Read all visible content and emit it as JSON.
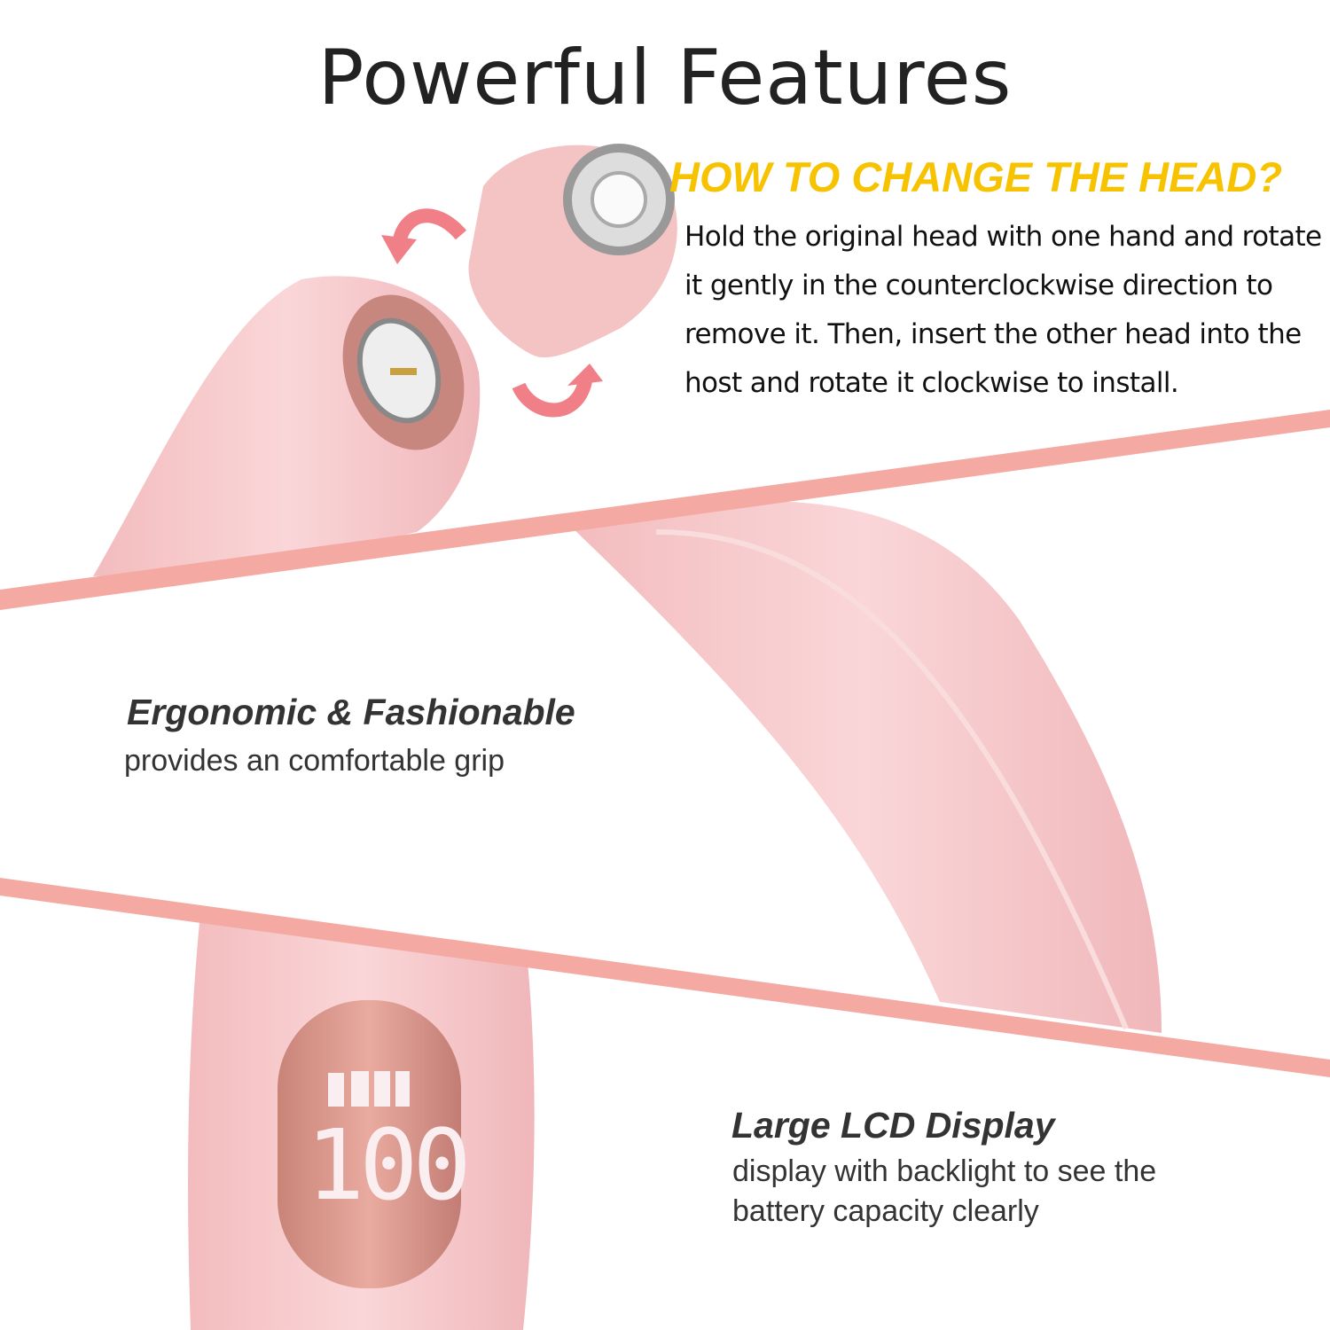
{
  "header": {
    "title": "Powerful Features"
  },
  "how_to": {
    "heading": "HOW TO CHANGE THE HEAD?",
    "text": "Hold the original head with one hand and rotate it gently in the counterclockwise direction to remove it. Then, insert the other head into the host and rotate it clockwise to install."
  },
  "features": [
    {
      "title": "Ergonomic & Fashionable",
      "description": "provides an comfortable grip"
    },
    {
      "title": "Large LCD Display",
      "description": "display with backlight to see the battery capacity clearly"
    }
  ],
  "lcd": {
    "value": "100",
    "battery_level": 1.0
  },
  "colors": {
    "accent_yellow": "#f7c300",
    "band_pink": "#f4a9a2",
    "product_pink": "#f6c6c8",
    "arrow_pink": "#f07f88"
  },
  "icons": [
    "rotate-counterclockwise-arrow-icon",
    "rotate-clockwise-arrow-icon",
    "battery-icon"
  ]
}
